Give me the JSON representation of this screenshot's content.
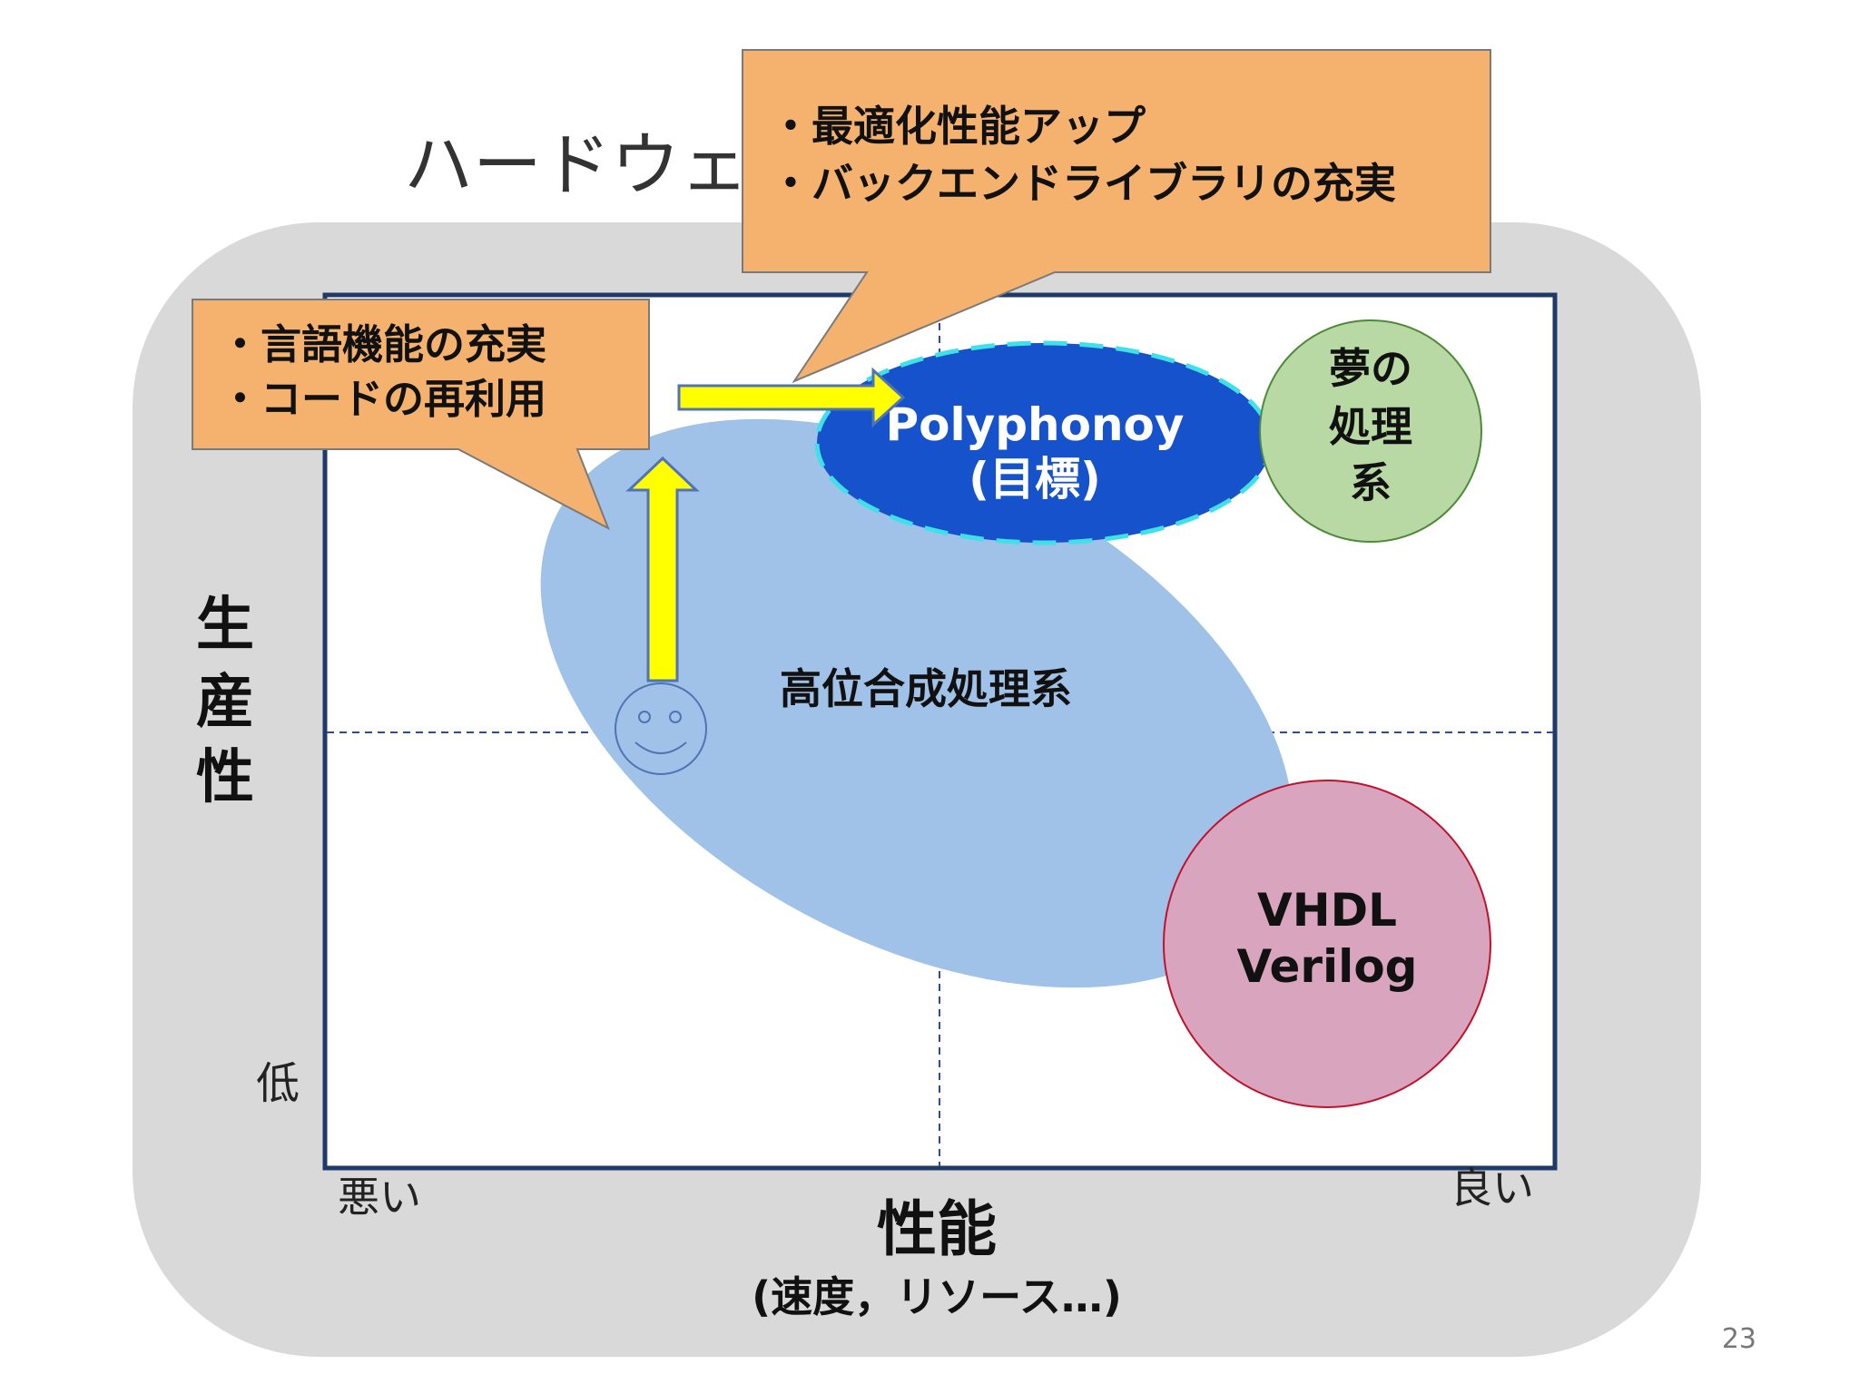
{
  "slide": {
    "title": "ハードウェア",
    "page_number": "23"
  },
  "axes": {
    "y_label_chars": [
      "生",
      "産",
      "性"
    ],
    "y_low": "低",
    "x_low": "悪い",
    "x_high": "良い",
    "x_label": "性能",
    "x_sublabel": "(速度，リソース…)"
  },
  "regions": {
    "hls": "高位合成処理系",
    "polyphonoy_line1": "Polyphonoy",
    "polyphonoy_line2": "(目標)",
    "dream_lines": [
      "夢の",
      "処理",
      "系"
    ],
    "vhdl_line1": "VHDL",
    "vhdl_line2": "Verilog"
  },
  "callouts": {
    "left": [
      "・言語機能の充実",
      "・コードの再利用"
    ],
    "top": [
      "・最適化性能アップ",
      "・バックエンドライブラリの充実"
    ]
  },
  "colors": {
    "panel_bg": "#d9d9d9",
    "plot_border": "#1f3a68",
    "hls_fill": "#a0c2e8",
    "polyphonoy_fill": "#1552cc",
    "polyphonoy_dash": "#40e0e8",
    "dream_fill": "#b8d9a4",
    "vhdl_fill": "#d8a4be",
    "callout_fill": "#f5b26e",
    "arrow_fill": "#ffff00"
  }
}
